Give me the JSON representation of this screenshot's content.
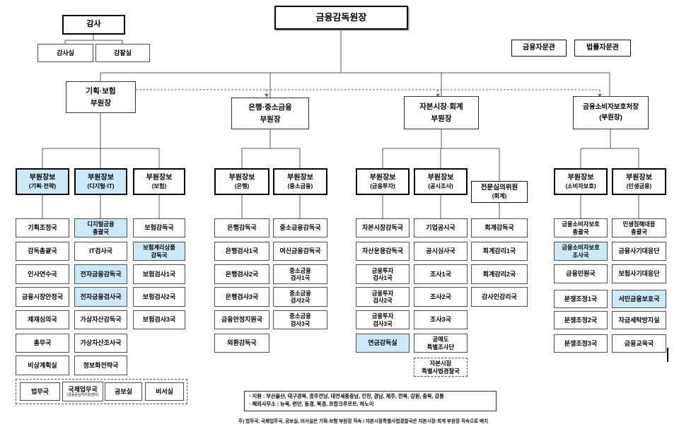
{
  "top": {
    "president": "금융감독원장",
    "audit": {
      "head": "감사",
      "offices": [
        {
          "label": "감사실"
        },
        {
          "label": "감찰실"
        }
      ]
    },
    "advisors": [
      {
        "label": "금융자문관"
      },
      {
        "label": "법률자문관"
      }
    ]
  },
  "deputies": [
    {
      "label": "기획·보험\n부원장"
    },
    {
      "label": "은행·중소금융\n부원장"
    },
    {
      "label": "자본시장·회계\n부원장"
    },
    {
      "label": "금융소비자보호처장\n(부원장)"
    }
  ],
  "assistants": [
    {
      "title": "부원장보",
      "sub": "(기획·전략)",
      "highlight": true
    },
    {
      "title": "부원장보",
      "sub": "(디지털·IT)",
      "highlight": true
    },
    {
      "title": "부원장보",
      "sub": "(보험)",
      "highlight": false
    },
    {
      "title": "부원장보",
      "sub": "(은행)",
      "highlight": false
    },
    {
      "title": "부원장보",
      "sub": "(중소금융)",
      "highlight": false
    },
    {
      "title": "부원장보",
      "sub": "(금융투자)",
      "highlight": false
    },
    {
      "title": "부원장보",
      "sub": "(공시조사)",
      "highlight": false
    },
    {
      "title": "전문심의위원",
      "sub": "(회계)",
      "highlight": false
    },
    {
      "title": "부원장보",
      "sub": "(소비자보호)",
      "highlight": false
    },
    {
      "title": "부원장보",
      "sub": "(민생금융)",
      "highlight": false
    }
  ],
  "columns": [
    {
      "items": [
        {
          "label": "기획조정국"
        },
        {
          "label": "감독총괄국"
        },
        {
          "label": "인사연수국"
        },
        {
          "label": "금융시장안정국"
        },
        {
          "label": "제재심의국"
        },
        {
          "label": "총무국"
        },
        {
          "label": "비상계획실"
        }
      ]
    },
    {
      "items": [
        {
          "label": "디지털금융\n총괄국",
          "highlight": true
        },
        {
          "label": "IT검사국"
        },
        {
          "label": "전자금융감독국",
          "highlight": true
        },
        {
          "label": "전자금융검사국",
          "highlight": true
        },
        {
          "label": "가상자산감독국"
        },
        {
          "label": "가상자산조사국"
        },
        {
          "label": "정보화전략국"
        }
      ]
    },
    {
      "items": [
        {
          "label": "보험감독국"
        },
        {
          "label": "보험계리상품\n감독국",
          "highlight": true
        },
        {
          "label": "보험검사1국"
        },
        {
          "label": "보험검사2국"
        },
        {
          "label": "보험검사3국"
        }
      ]
    },
    {
      "items": [
        {
          "label": "은행감독국"
        },
        {
          "label": "은행검사1국"
        },
        {
          "label": "은행검사2국"
        },
        {
          "label": "은행검사3국"
        },
        {
          "label": "금융안정지원국"
        },
        {
          "label": "외환감독국"
        }
      ]
    },
    {
      "items": [
        {
          "label": "중소금융감독국"
        },
        {
          "label": "여신금융감독국"
        },
        {
          "label": "중소금융\n검사1국"
        },
        {
          "label": "중소금융\n검사2국"
        },
        {
          "label": "중소금융\n검사3국"
        }
      ]
    },
    {
      "items": [
        {
          "label": "자본시장감독국"
        },
        {
          "label": "자산운용감독국"
        },
        {
          "label": "금융투자\n검사1국"
        },
        {
          "label": "금융투자\n검사2국"
        },
        {
          "label": "금융투자\n검사3국"
        },
        {
          "label": "연금감독실",
          "highlight": true
        }
      ]
    },
    {
      "items": [
        {
          "label": "기업공시국"
        },
        {
          "label": "공시심사국"
        },
        {
          "label": "조사1국"
        },
        {
          "label": "조사2국"
        },
        {
          "label": "조사3국"
        },
        {
          "label": "공매도\n특별조사단"
        },
        {
          "label": "자본시장\n특별사법경찰국",
          "dashed": true
        }
      ]
    },
    {
      "items": [
        {
          "label": "회계감독국"
        },
        {
          "label": "회계감리1국"
        },
        {
          "label": "회계감리2국"
        },
        {
          "label": "감사인감리국"
        }
      ]
    },
    {
      "items": [
        {
          "label": "금융소비자보호\n총괄국"
        },
        {
          "label": "금융소비자보호\n조사국",
          "highlight": true
        },
        {
          "label": "금융민원국"
        },
        {
          "label": "분쟁조정1국"
        },
        {
          "label": "분쟁조정2국"
        },
        {
          "label": "분쟁조정3국"
        }
      ]
    },
    {
      "items": [
        {
          "label": "민생침해대응\n총괄국"
        },
        {
          "label": "금융사기대응단"
        },
        {
          "label": "보험사기대응단"
        },
        {
          "label": "서민금융보호국",
          "highlight": true
        },
        {
          "label": "자금세탁방지실"
        },
        {
          "label": "금융교육국"
        }
      ]
    }
  ],
  "direct_offices": [
    {
      "label": "법무국"
    },
    {
      "label": "국제업무국",
      "sub": "(금융중심지지원센터)"
    },
    {
      "label": "공보실"
    },
    {
      "label": "비서실"
    }
  ],
  "notes": {
    "line1": "ㆍ지원 : 부산울산, 대구경북, 광주전남, 대전세종충남, 인천, 경남, 제주, 전북, 강원, 충북, 강릉",
    "line2": "ㆍ해외사무소 :  뉴욕, 런던, 동경, 북경, 프랑크푸르트, 하노이"
  },
  "footnote": "주) 법무국, 국제업무국, 공보실, 비서실은 기획·보험 부원장 직속 / 자본시장특별사법경찰국은  자본시장·회계 부원장 직속으로 배치",
  "colors": {
    "highlight": "#cde9f8",
    "line": "#555555"
  }
}
